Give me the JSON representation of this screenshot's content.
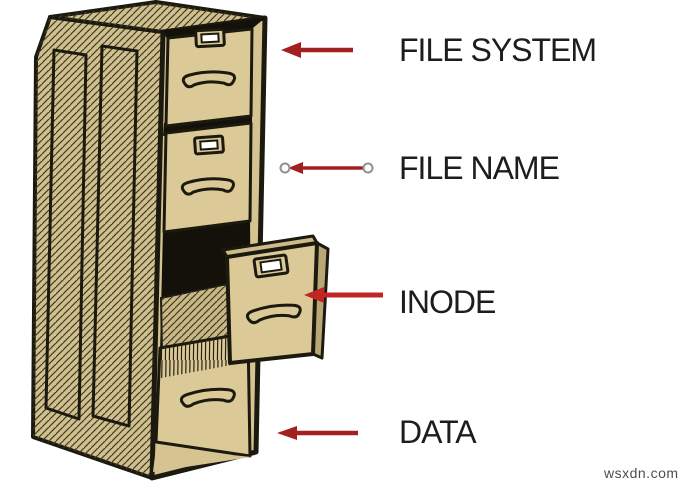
{
  "diagram": {
    "description": "Hand-drawn four-drawer filing cabinet; third drawer pulled out",
    "drawer_count": 4,
    "annotations": [
      {
        "id": "file-system",
        "text": "FILE SYSTEM",
        "connector": "red-arrow-left",
        "points_to": "top drawer (closed)"
      },
      {
        "id": "file-name",
        "text": "FILE NAME",
        "connector": "red-line-with-circle-ends",
        "points_to": "second drawer (closed)"
      },
      {
        "id": "inode",
        "text": "INODE",
        "connector": "red-arrow-left",
        "points_to": "third drawer (pulled open)"
      },
      {
        "id": "data",
        "text": "DATA",
        "connector": "red-arrow-left",
        "points_to": "bottom drawer (closed)"
      }
    ]
  },
  "watermark": {
    "text": "wsxdn.com"
  },
  "colors": {
    "background": "#ffffff",
    "arrow_red": "#a2201f",
    "inode_arrow_red": "#c32424",
    "connector_circle_gray": "#8f8f8f",
    "outline_black": "#1c190f",
    "drawer_face_beige": "#dbca97",
    "frame_beige": "#d5c492",
    "side_beige": "#d0c08d",
    "interior_floor_beige": "#c9b884",
    "opening_black": "#14110a",
    "label_text": "#1d1d1d",
    "watermark_gray": "#4d4d4d"
  }
}
